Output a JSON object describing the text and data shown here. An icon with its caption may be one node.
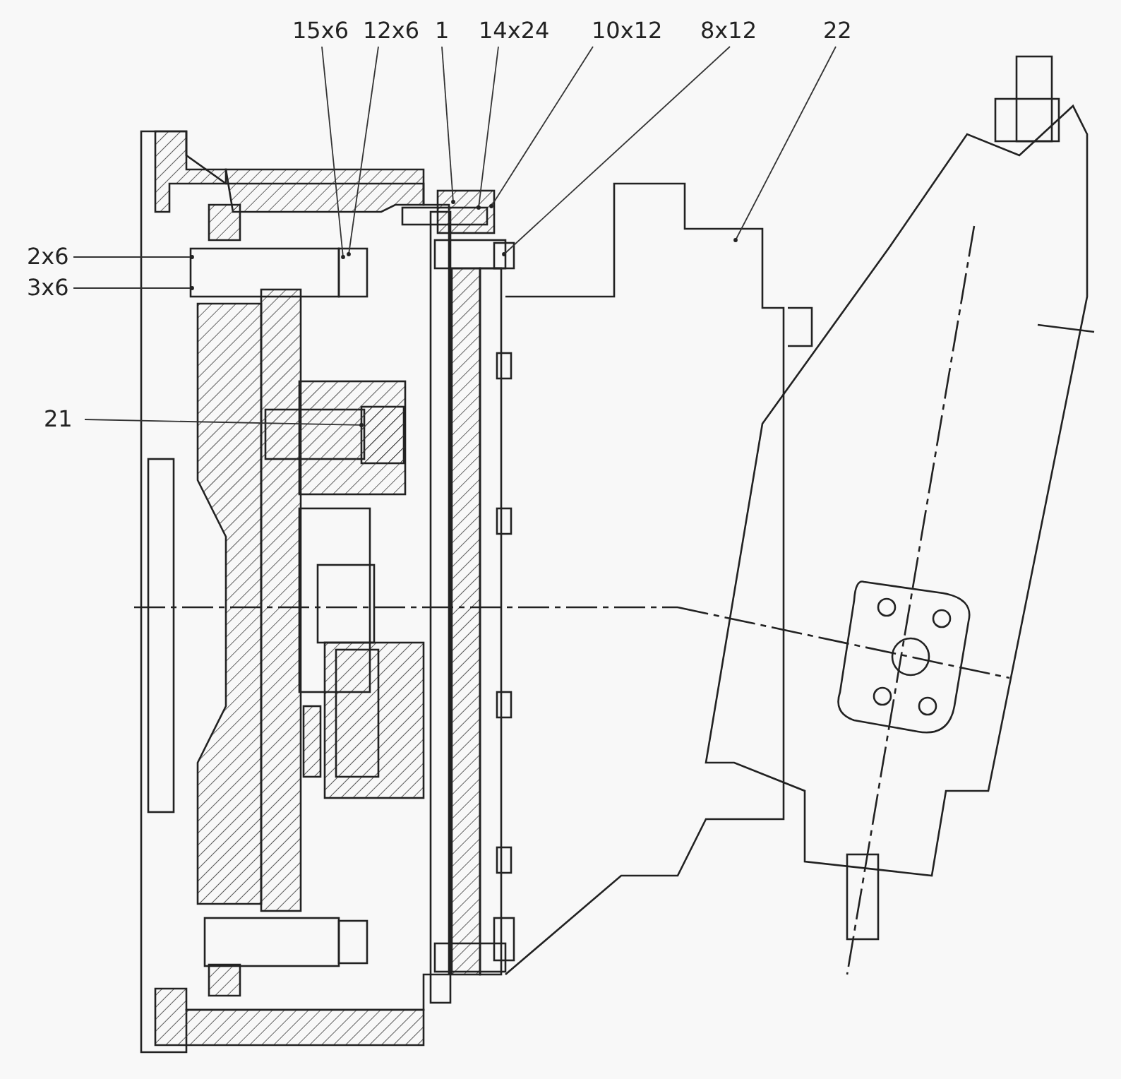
{
  "diagram": {
    "nodes": [
      {
        "text": [
          "15x6"
        ]
      },
      {
        "text": [
          "12x6"
        ]
      },
      {
        "text": [
          "1"
        ]
      },
      {
        "text": [
          "14x24"
        ]
      },
      {
        "text": [
          "10x12"
        ]
      },
      {
        "text": [
          "8x12"
        ]
      },
      {
        "text": [
          "22"
        ]
      },
      {
        "text": [
          "2x6"
        ]
      },
      {
        "text": [
          "3x6"
        ]
      },
      {
        "text": [
          "21"
        ]
      }
    ],
    "edges": [
      {
        "from": 0,
        "to": null,
        "arrow": "other"
      },
      {
        "from": 1,
        "to": null,
        "arrow": "other"
      },
      {
        "from": 2,
        "to": null,
        "arrow": "other"
      },
      {
        "from": 3,
        "to": null,
        "arrow": "other"
      },
      {
        "from": 4,
        "to": null,
        "arrow": "other"
      },
      {
        "from": 5,
        "to": null,
        "arrow": "other"
      },
      {
        "from": 6,
        "to": null,
        "arrow": "other"
      },
      {
        "from": 7,
        "to": null,
        "arrow": "other"
      },
      {
        "from": 8,
        "to": null,
        "arrow": "other"
      },
      {
        "from": 9,
        "to": null,
        "arrow": "other"
      }
    ]
  }
}
